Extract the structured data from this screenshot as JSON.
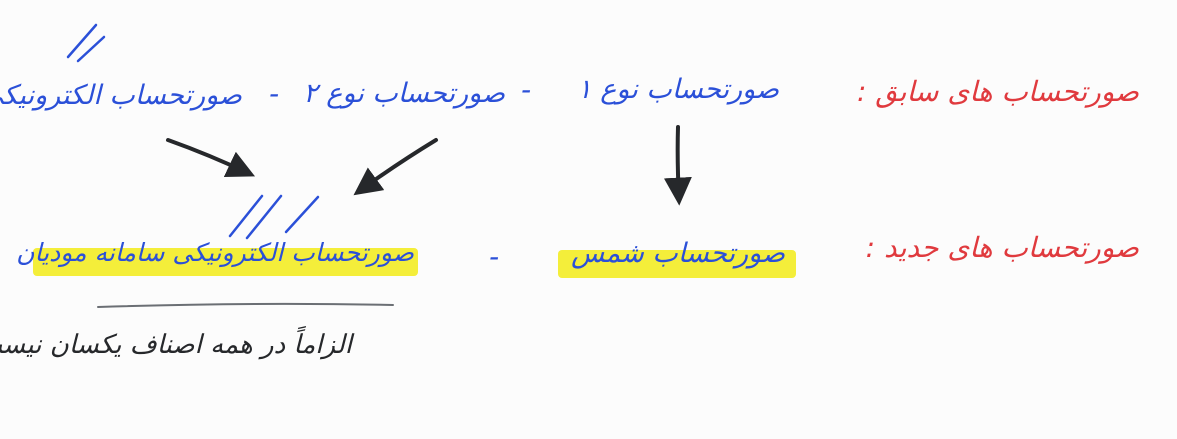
{
  "rows": {
    "old": {
      "label": "صورتحساب های سابق :",
      "items": [
        "صورتحساب نوع ۱",
        "-",
        "صورتحساب نوع ۲",
        "-",
        "صورتحساب الکترونیکی"
      ]
    },
    "new": {
      "label": "صورتحساب های جدید :",
      "items": [
        "صورتحساب شمس",
        "-",
        "صورتحساب الکترونیکی سامانه مودیان"
      ]
    }
  },
  "note": "الزاماً در همه اصناف یکسان نیست",
  "colors": {
    "label": "#e03a3e",
    "item": "#2b50d8",
    "highlight": "#f4ee3a",
    "ink": "#26282b"
  }
}
